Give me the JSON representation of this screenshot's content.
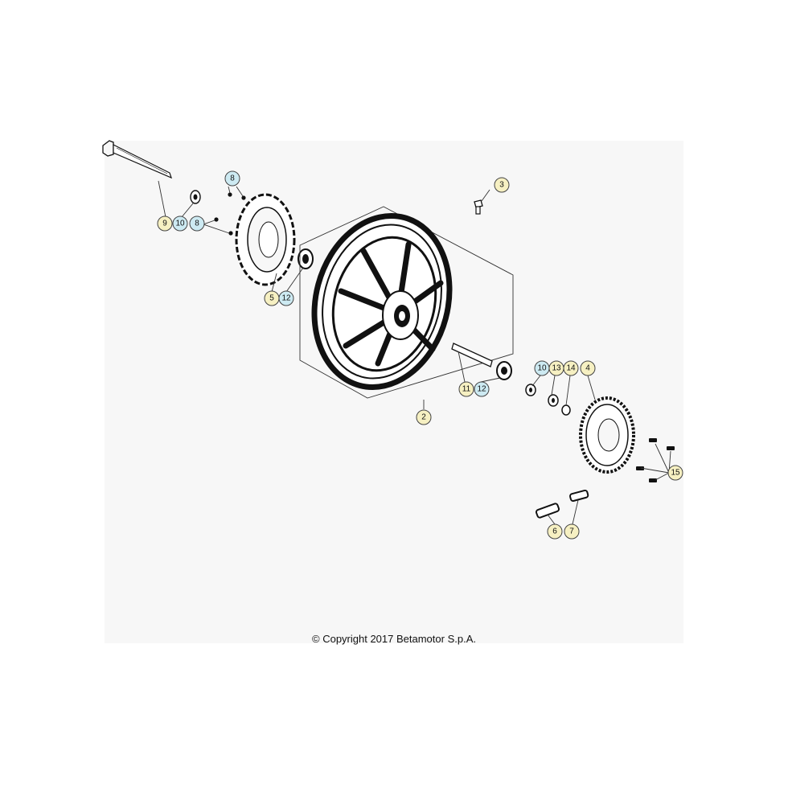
{
  "diagram": {
    "copyright": "© Copyright 2017 Betamotor S.p.A.",
    "callouts": [
      {
        "id": "c9",
        "label": "9",
        "color": "yellow"
      },
      {
        "id": "c10a",
        "label": "10",
        "color": "blue"
      },
      {
        "id": "c8a",
        "label": "8",
        "color": "blue"
      },
      {
        "id": "c8b",
        "label": "8",
        "color": "blue"
      },
      {
        "id": "c5",
        "label": "5",
        "color": "yellow"
      },
      {
        "id": "c12a",
        "label": "12",
        "color": "blue"
      },
      {
        "id": "c3",
        "label": "3",
        "color": "yellow"
      },
      {
        "id": "c2",
        "label": "2",
        "color": "yellow"
      },
      {
        "id": "c11",
        "label": "11",
        "color": "yellow"
      },
      {
        "id": "c12b",
        "label": "12",
        "color": "blue"
      },
      {
        "id": "c10b",
        "label": "10",
        "color": "blue"
      },
      {
        "id": "c13",
        "label": "13",
        "color": "yellow"
      },
      {
        "id": "c14",
        "label": "14",
        "color": "yellow"
      },
      {
        "id": "c4",
        "label": "4",
        "color": "yellow"
      },
      {
        "id": "c15",
        "label": "15",
        "color": "yellow"
      },
      {
        "id": "c6",
        "label": "6",
        "color": "yellow"
      },
      {
        "id": "c7",
        "label": "7",
        "color": "yellow"
      }
    ]
  }
}
